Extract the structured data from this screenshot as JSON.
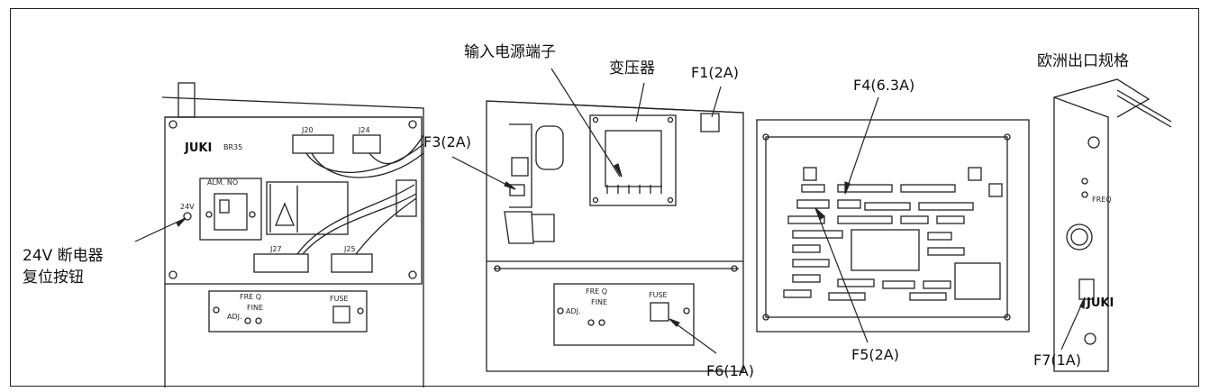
{
  "callouts": {
    "input_terminal": "输入电源端子",
    "transformer": "变压器",
    "f1": "F1(2A)",
    "eu_spec": "欧洲出口规格",
    "f4": "F4(6.3A)",
    "f3": "F3(2A)",
    "breaker_line1": "24V 断电器",
    "breaker_line2": "复位按钮",
    "f5": "F5(2A)",
    "f6": "F6(1A)",
    "f7": "F7(1A)"
  },
  "panel_text": {
    "brand": "JUKI",
    "model": "BR35",
    "alm_no": "ALM. NO",
    "freq": "FRE Q",
    "fine": "FINE",
    "adj": "ADJ.",
    "fuse": "FUSE",
    "j20": "J20",
    "j24": "J24",
    "j27": "J27",
    "j25": "J25",
    "freq_side": "FREQ"
  }
}
